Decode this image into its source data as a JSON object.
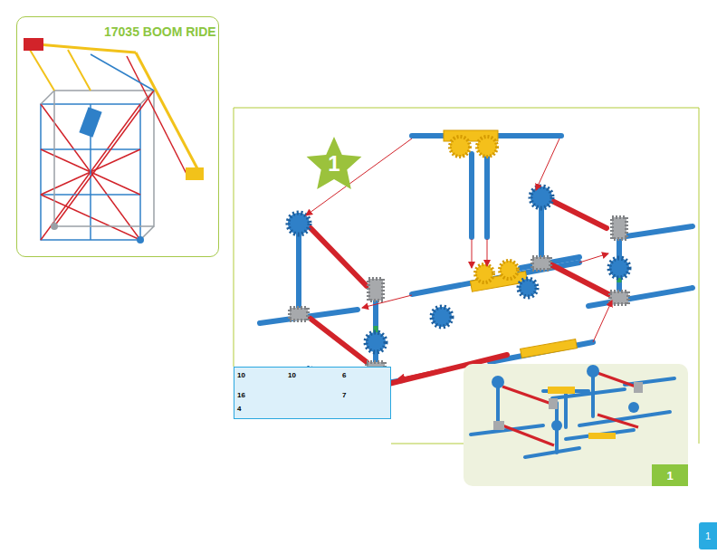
{
  "diagram": {
    "title": "17035 BOOM RIDE",
    "nodes": [
      {
        "text": [
          "17035 BOOM RIDE"
        ]
      },
      {
        "text": [
          "1"
        ]
      },
      {
        "text": [
          "10",
          "10",
          "6",
          "16",
          "7",
          "4"
        ]
      },
      {
        "text": [
          "1"
        ]
      },
      {
        "text": [
          "1"
        ]
      }
    ]
  }
}
